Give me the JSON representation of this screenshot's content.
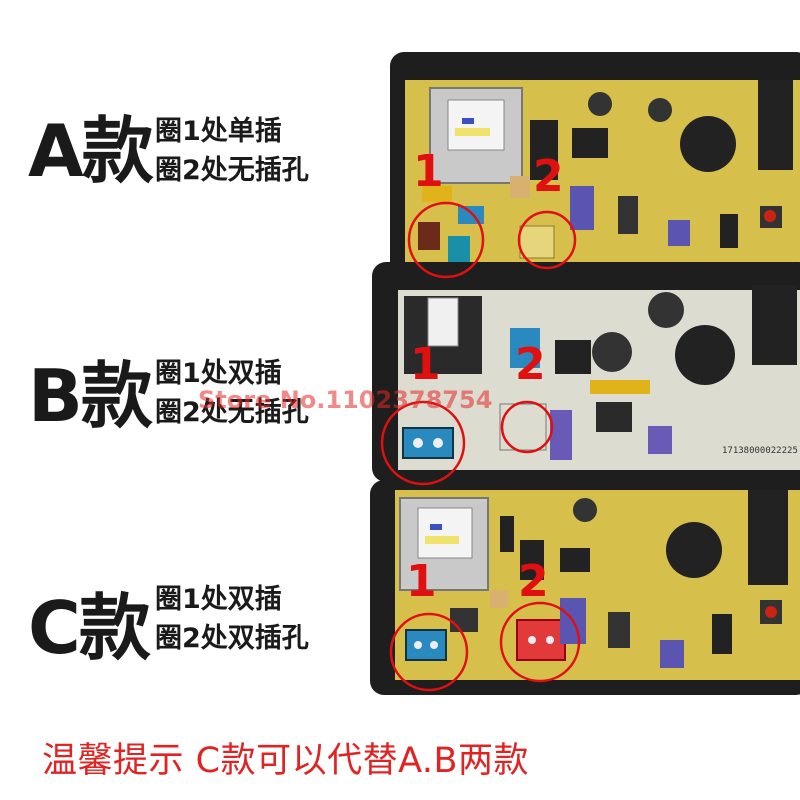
{
  "variants": [
    {
      "label": "A款",
      "line1": "圈1处单插",
      "line2": "圈2处无插孔"
    },
    {
      "label": "B款",
      "line1": "圈1处双插",
      "line2": "圈2处无插孔"
    },
    {
      "label": "C款",
      "line1": "圈1处双插",
      "line2": "圈2处双插孔"
    }
  ],
  "markers": {
    "one": "1",
    "two": "2"
  },
  "board_codes": {
    "b_code": "17138000022225"
  },
  "watermark": "Store No.1102378754",
  "footer": "温馨提示 C款可以代替A.B两款",
  "colors": {
    "pcb_yellow": "#d8c24a",
    "pcb_grey": "#dcdcd0",
    "case_black": "#1e1e1e",
    "marker_red": "#e01010",
    "footer_red": "#e02424"
  }
}
